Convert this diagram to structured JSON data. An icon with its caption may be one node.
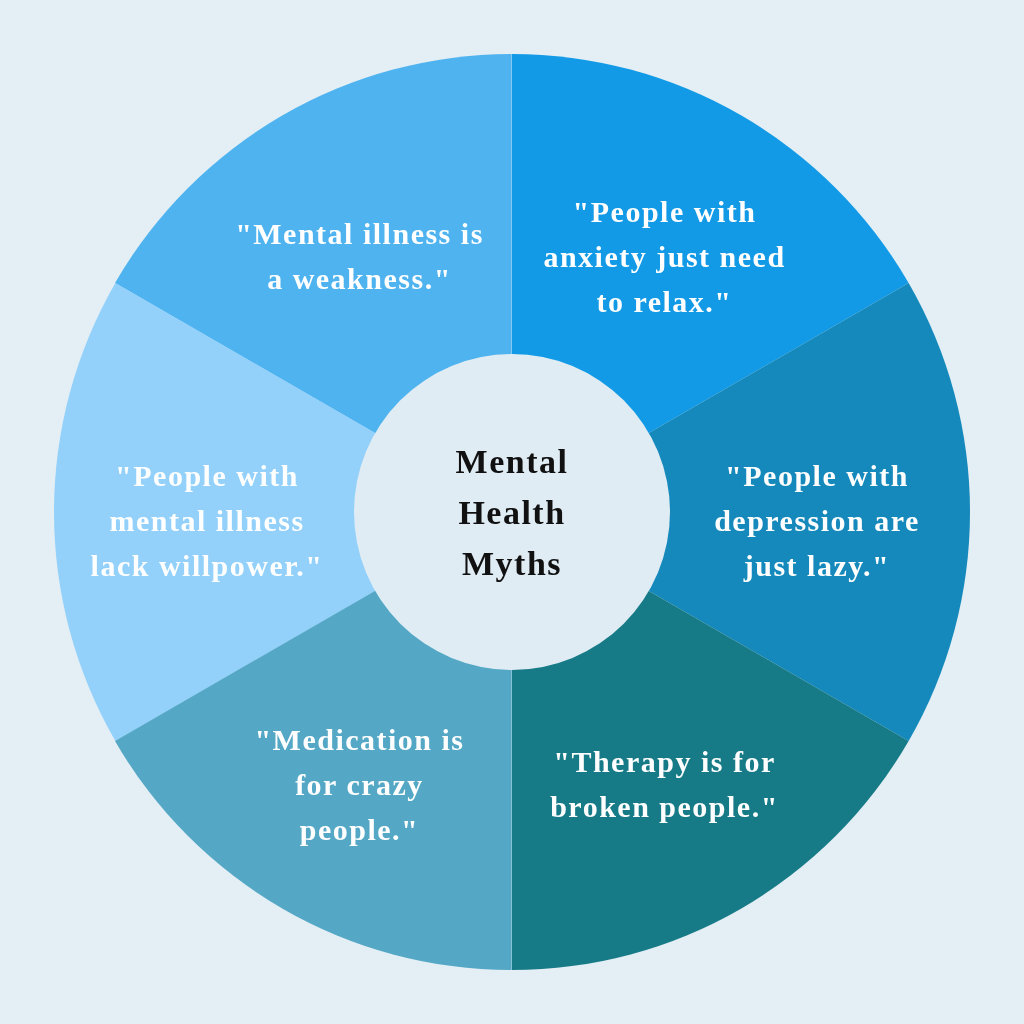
{
  "diagram": {
    "nodes": [
      {
        "text": [
          "\"Mental illness is a weakness.\""
        ]
      },
      {
        "text": [
          "\"People with anxiety just need to relax.\""
        ]
      },
      {
        "text": [
          "\"People with mental illness lack willpower.\""
        ]
      },
      {
        "text": [
          "Mental Health Myths"
        ]
      },
      {
        "text": [
          "\"People with depression are just lazy.\""
        ]
      },
      {
        "text": [
          "\"Medication is for crazy people.\""
        ]
      },
      {
        "text": [
          "\"Therapy is for broken people.\""
        ]
      }
    ]
  }
}
